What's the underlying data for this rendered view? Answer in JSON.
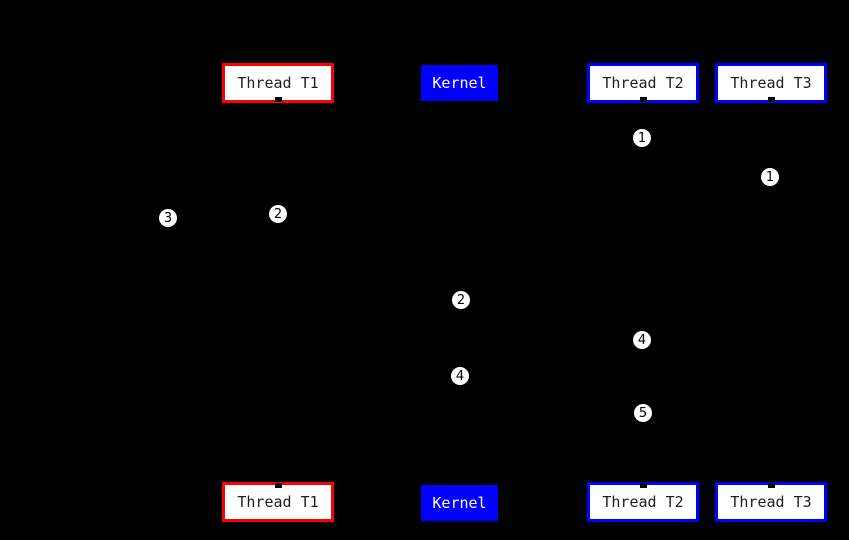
{
  "participants": {
    "t1": {
      "label": "Thread T1",
      "border_color": "#ff0000",
      "fill_color": "#ffffff",
      "text_color": "#1f1f1f"
    },
    "kernel": {
      "label": "Kernel",
      "fill_color": "#0000ff",
      "text_color": "#ffffff"
    },
    "t2": {
      "label": "Thread T2",
      "border_color": "#0000ff",
      "fill_color": "#ffffff",
      "text_color": "#1f1f1f"
    },
    "t3": {
      "label": "Thread T3",
      "border_color": "#0000ff",
      "fill_color": "#ffffff",
      "text_color": "#1f1f1f"
    }
  },
  "markers": [
    {
      "label": "1"
    },
    {
      "label": "1"
    },
    {
      "label": "2"
    },
    {
      "label": "3"
    },
    {
      "label": "2"
    },
    {
      "label": "4"
    },
    {
      "label": "4"
    },
    {
      "label": "5"
    }
  ],
  "colors": {
    "background": "#000000",
    "box_fill": "#ffffff",
    "box_text": "#1f1f1f",
    "red_border": "#ff0000",
    "blue_border": "#0000ff",
    "kernel_fill": "#0000ff",
    "kernel_text": "#ffffff",
    "badge_fill": "#ffffff",
    "badge_text": "#000000",
    "lifeline_stub": "#000000"
  }
}
